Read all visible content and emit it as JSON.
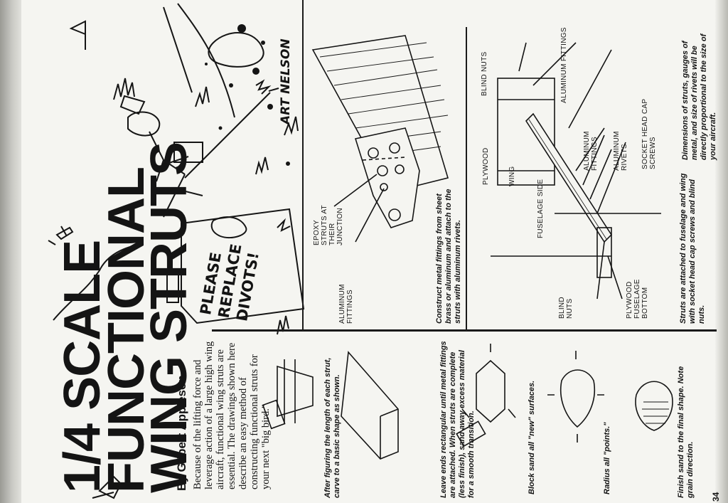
{
  "article": {
    "title_line1": "1/4 SCALE",
    "title_line2": "FUNCTIONAL",
    "title_line3": "WING STRUTS",
    "byline": "By Gilbert Appleson",
    "intro": "Because of the lifting force and leverage action of a large high wing aircraft, functional wing struts are essential. The drawings shown here describe an easy method of constructing functional struts for your next \"big bird.\"",
    "page_number": "34"
  },
  "cartoon": {
    "sign_text": "PLEASE REPLACE DIVOTS!",
    "artist": "ART NELSON"
  },
  "steps": [
    {
      "caption": "After figuring the length of each strut, carve to a basic shape as shown."
    },
    {
      "caption": "Leave ends rectangular until metal fittings are attached. When struts are complete (less finish), sand away excess material for a smooth transition."
    },
    {
      "caption": "Block sand all \"new\" surfaces."
    },
    {
      "caption": "Radius all \"points.\""
    },
    {
      "caption": "Finish sand to the final shape. Note grain direction."
    }
  ],
  "junction_figure": {
    "label_epoxy": "EPOXY STRUTS AT THEIR JUNCTION",
    "label_fittings": "ALUMINUM FITTINGS",
    "caption": "Construct metal fittings from sheet brass or aluminum and attach to the struts with aluminum rivets."
  },
  "attachment_figure": {
    "labels": {
      "blind_nuts_top": "BLIND NUTS",
      "aluminum_fittings_top": "ALUMINUM FITTINGS",
      "plywood": "PLYWOOD",
      "wing": "WING",
      "fuselage_side": "FUSELAGE SIDE",
      "aluminum_fittings": "ALUMINUM FITTINGS",
      "aluminum_rivets": "ALUMINUM RIVETS",
      "socket_head": "SOCKET HEAD CAP SCREWS",
      "blind_nuts_bottom": "BLIND NUTS",
      "plywood_fuselage_bottom": "PLYWOOD FUSELAGE BOTTOM"
    },
    "caption_left": "Struts are attached to fuselage and wing with socket head cap screws and blind nuts.",
    "caption_right": "Dimensions of struts, gauges of metal, and size of rivets will be directly proportional to the size of your aircraft."
  }
}
